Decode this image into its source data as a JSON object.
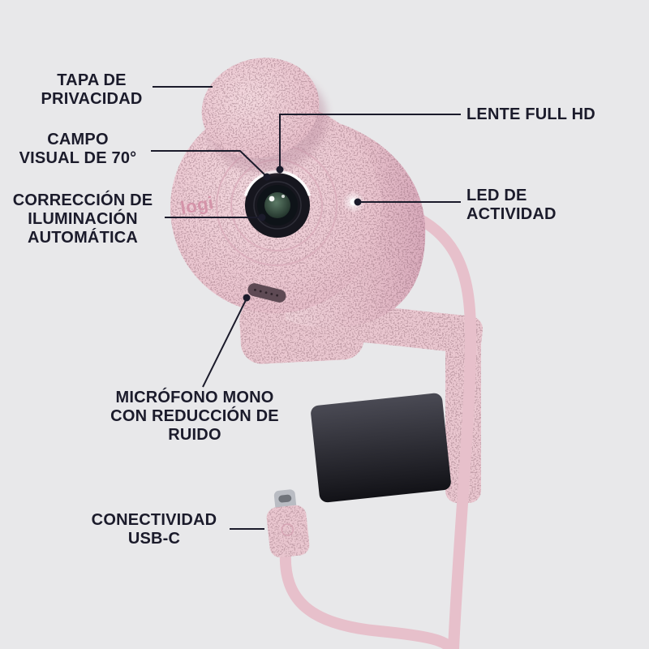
{
  "labels": {
    "privacy_cover": {
      "lines": [
        "TAPA DE",
        "PRIVACIDAD"
      ]
    },
    "field_of_view": {
      "lines": [
        "CAMPO",
        "VISUAL DE 70°"
      ]
    },
    "auto_light_correction": {
      "lines": [
        "CORRECCIÓN DE",
        "ILUMINACIÓN",
        "AUTOMÁTICA"
      ]
    },
    "full_hd_lens": {
      "lines": [
        "LENTE FULL HD"
      ]
    },
    "activity_led": {
      "lines": [
        "LED DE",
        "ACTIVIDAD"
      ]
    },
    "mono_microphone": {
      "lines": [
        "MICRÓFONO MONO",
        "CON REDUCCIÓN DE",
        "RUIDO"
      ]
    },
    "usb_c_connectivity": {
      "lines": [
        "CONECTIVIDAD",
        "USB-C"
      ]
    }
  },
  "device": {
    "brand_logo": "logi"
  },
  "colors": {
    "background": "#e8e8ea",
    "ink": "#1b1b2b",
    "body_pink": "#eac7d0",
    "cable_pink": "#e7c0cb",
    "logo_pink": "#d494a9",
    "ring_pink": "#d9adbb",
    "pad_dark": "#1a1a20",
    "lens_dark": "#16161e",
    "led_white": "#ffffff",
    "speckle": "#8d5f70"
  }
}
